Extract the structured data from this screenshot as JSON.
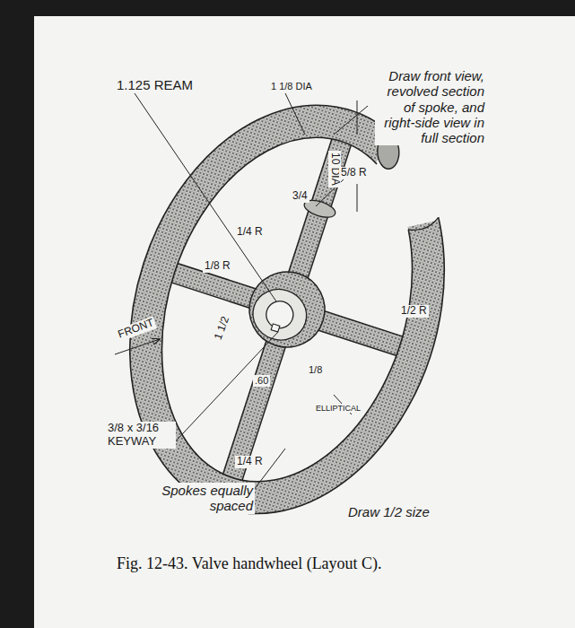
{
  "diagram": {
    "caption": "Fig. 12-43. Valve handwheel (Layout C).",
    "labels": [
      "1.125 REAM",
      "1 1/8 DIA",
      "Draw front view, revolved section of spoke, and right-side view in full section",
      "10 DIA",
      "5/8 R",
      "3/4",
      "1/4 R",
      "1/8 R",
      "1/2 R",
      "1 1/2",
      ".60",
      "1/8",
      "ELLIPTICAL",
      "3/8 x 3/16 KEYWAY",
      "1/4 R",
      "FRONT",
      "Spokes equally spaced",
      "Draw 1/2 size"
    ]
  }
}
